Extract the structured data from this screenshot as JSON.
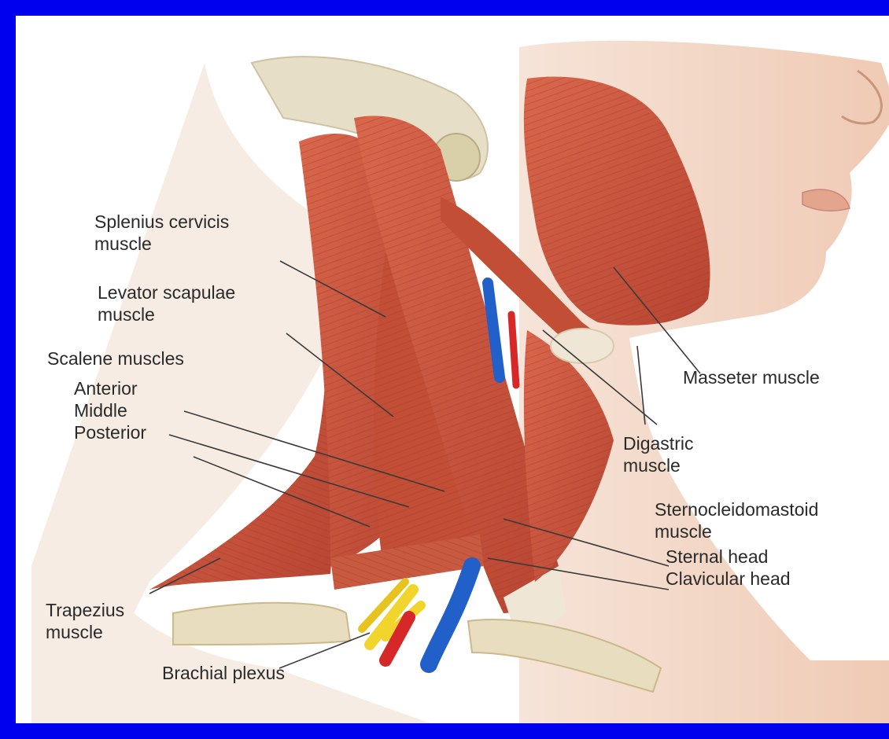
{
  "border_color": "#0000ee",
  "colors": {
    "muscle": "#c8553d",
    "muscle_dark": "#9e3b28",
    "tendon": "#efe6d6",
    "skin": "#f3d6c4",
    "bone": "#e9ddbf",
    "artery": "#d62828",
    "vein": "#2060c8",
    "nerve": "#f2d52c"
  },
  "labels": {
    "splenius_1": "Splenius cervicis",
    "splenius_2": "muscle",
    "levator_1": "Levator scapulae",
    "levator_2": "muscle",
    "scalene": "Scalene muscles",
    "anterior": "Anterior",
    "middle": "Middle",
    "posterior": "Posterior",
    "trapezius_1": "Trapezius",
    "trapezius_2": "muscle",
    "brachial": "Brachial plexus",
    "masseter": "Masseter muscle",
    "digastric_1": "Digastric",
    "digastric_2": "muscle",
    "scm_1": "Sternocleidomastoid",
    "scm_2": "muscle",
    "sternal": "Sternal head",
    "clavicular": "Clavicular head"
  }
}
